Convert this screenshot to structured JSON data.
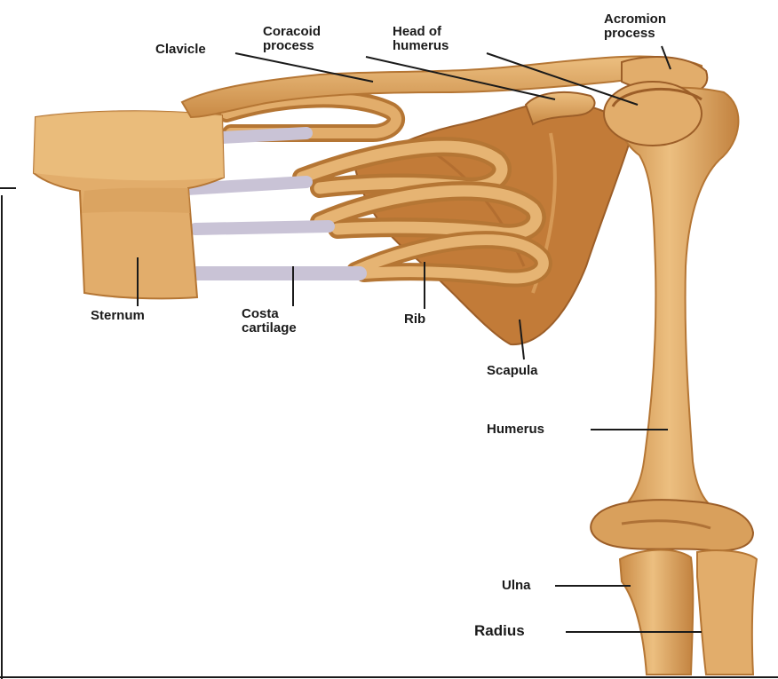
{
  "figure": {
    "colors": {
      "bone_light": "#e8b877",
      "bone": "#d9a05c",
      "bone_dark": "#b57634",
      "bone_shadow": "#9c5e28",
      "cartilage": "#c9c3d6",
      "label": "#1a1a1a",
      "background": "#ffffff"
    },
    "labels": {
      "clavicle": "Clavicle",
      "coracoid_process_line1": "Coracoid",
      "coracoid_process_line2": "process",
      "head_of_humerus_line1": "Head of",
      "head_of_humerus_line2": "humerus",
      "acromion_process_line1": "Acromion",
      "acromion_process_line2": "process",
      "sternum": "Sternum",
      "costal_cartilage_line1": "Costa",
      "costal_cartilage_line2": "cartilage",
      "rib": "Rib",
      "scapula": "Scapula",
      "humerus": "Humerus",
      "ulna": "Ulna",
      "radius": "Radius"
    }
  }
}
